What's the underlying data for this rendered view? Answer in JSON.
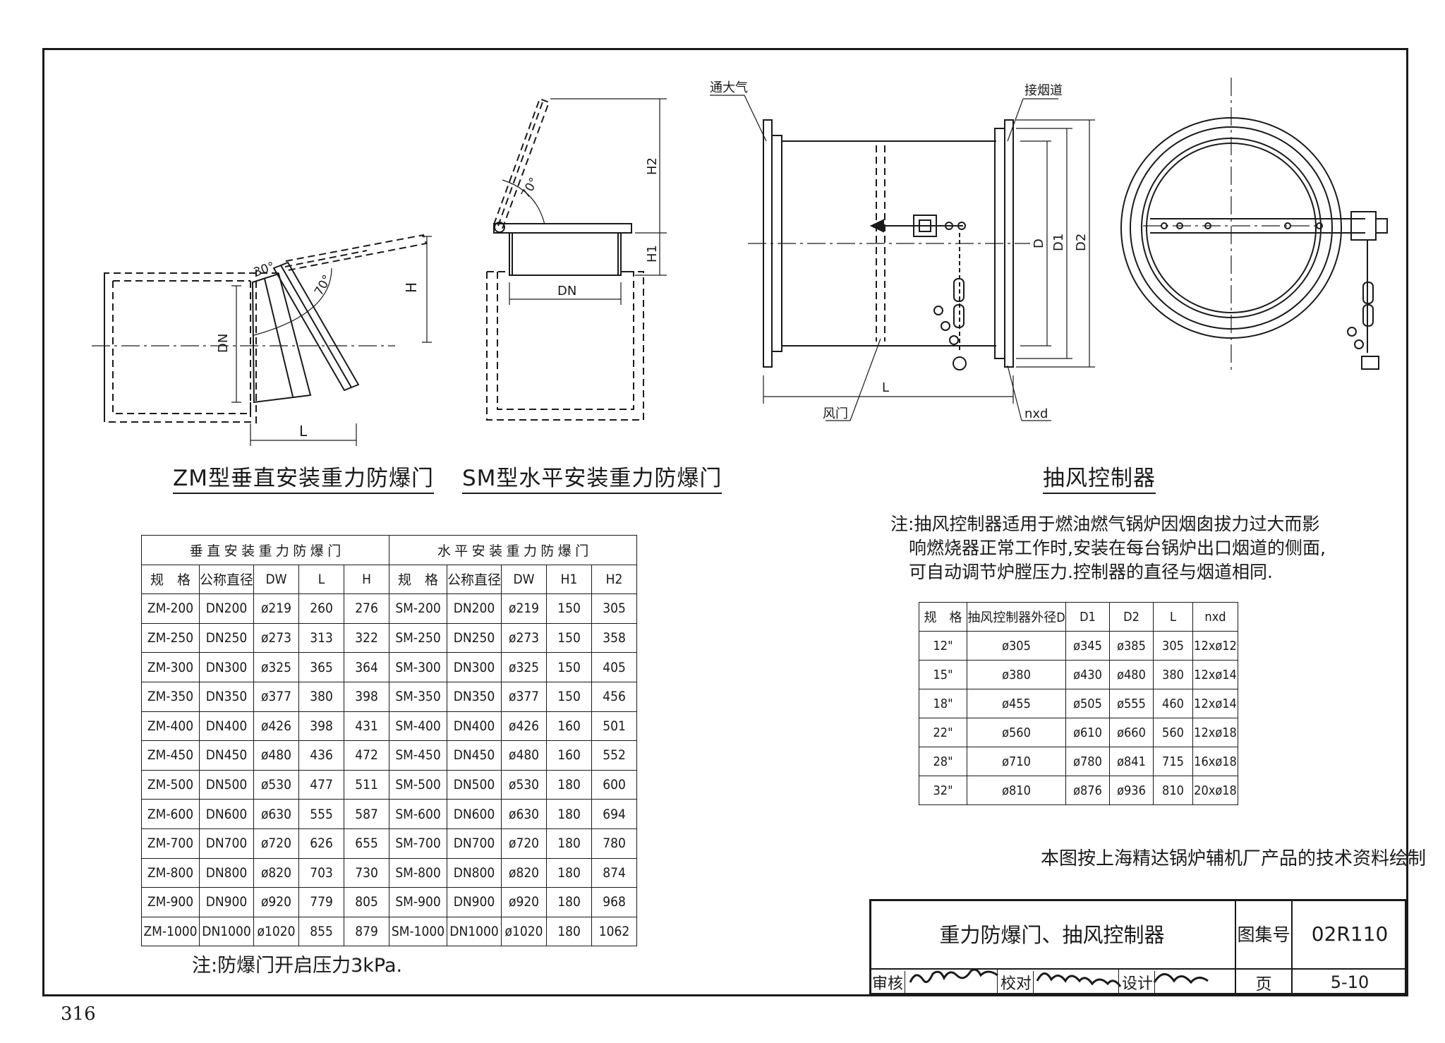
{
  "page_number": "316",
  "drawings": {
    "zm": {
      "caption": "ZM型垂直安装重力防爆门",
      "dims": {
        "dn": "DN",
        "l": "L",
        "h": "H",
        "angle1": "30°",
        "angle2": "70°"
      }
    },
    "sm": {
      "caption": "SM型水平安装重力防爆门",
      "dims": {
        "dn": "DN",
        "h1": "H1",
        "h2": "H2",
        "angle": "70°"
      }
    },
    "controller": {
      "caption": "抽风控制器",
      "labels": {
        "atmosphere": "通大气",
        "flue": "接烟道",
        "damper": "风门",
        "nxd": "nxd",
        "d": "D",
        "d1": "D1",
        "d2": "D2",
        "l": "L"
      }
    }
  },
  "door_table": {
    "group_vertical": "垂 直 安 装 重 力 防 爆 门",
    "group_horizontal": "水 平 安 装 重 力 防 爆 门",
    "headers": [
      "规　格",
      "公称直径",
      "DW",
      "L",
      "H",
      "规　格",
      "公称直径",
      "DW",
      "H1",
      "H2"
    ],
    "rows": [
      [
        "ZM-200",
        "DN200",
        "ø219",
        "260",
        "276",
        "SM-200",
        "DN200",
        "ø219",
        "150",
        "305"
      ],
      [
        "ZM-250",
        "DN250",
        "ø273",
        "313",
        "322",
        "SM-250",
        "DN250",
        "ø273",
        "150",
        "358"
      ],
      [
        "ZM-300",
        "DN300",
        "ø325",
        "365",
        "364",
        "SM-300",
        "DN300",
        "ø325",
        "150",
        "405"
      ],
      [
        "ZM-350",
        "DN350",
        "ø377",
        "380",
        "398",
        "SM-350",
        "DN350",
        "ø377",
        "150",
        "456"
      ],
      [
        "ZM-400",
        "DN400",
        "ø426",
        "398",
        "431",
        "SM-400",
        "DN400",
        "ø426",
        "160",
        "501"
      ],
      [
        "ZM-450",
        "DN450",
        "ø480",
        "436",
        "472",
        "SM-450",
        "DN450",
        "ø480",
        "160",
        "552"
      ],
      [
        "ZM-500",
        "DN500",
        "ø530",
        "477",
        "511",
        "SM-500",
        "DN500",
        "ø530",
        "180",
        "600"
      ],
      [
        "ZM-600",
        "DN600",
        "ø630",
        "555",
        "587",
        "SM-600",
        "DN600",
        "ø630",
        "180",
        "694"
      ],
      [
        "ZM-700",
        "DN700",
        "ø720",
        "626",
        "655",
        "SM-700",
        "DN700",
        "ø720",
        "180",
        "780"
      ],
      [
        "ZM-800",
        "DN800",
        "ø820",
        "703",
        "730",
        "SM-800",
        "DN800",
        "ø820",
        "180",
        "874"
      ],
      [
        "ZM-900",
        "DN900",
        "ø920",
        "779",
        "805",
        "SM-900",
        "DN900",
        "ø920",
        "180",
        "968"
      ],
      [
        "ZM-1000",
        "DN1000",
        "ø1020",
        "855",
        "879",
        "SM-1000",
        "DN1000",
        "ø1020",
        "180",
        "1062"
      ]
    ],
    "note": "注:防爆门开启压力3kPa."
  },
  "controller_note": [
    "注:抽风控制器适用于燃油燃气锅炉因烟囱拔力过大而影",
    "响燃烧器正常工作时,安装在每台锅炉出口烟道的侧面,",
    "可自动调节炉膛压力.控制器的直径与烟道相同."
  ],
  "controller_table": {
    "headers": [
      "规　格",
      "抽风控制器外径D",
      "D1",
      "D2",
      "L",
      "nxd"
    ],
    "rows": [
      [
        "12\"",
        "ø305",
        "ø345",
        "ø385",
        "305",
        "12xø12"
      ],
      [
        "15\"",
        "ø380",
        "ø430",
        "ø480",
        "380",
        "12xø14"
      ],
      [
        "18\"",
        "ø455",
        "ø505",
        "ø555",
        "460",
        "12xø14"
      ],
      [
        "22\"",
        "ø560",
        "ø610",
        "ø660",
        "560",
        "12xø18"
      ],
      [
        "28\"",
        "ø710",
        "ø780",
        "ø841",
        "715",
        "16xø18"
      ],
      [
        "32\"",
        "ø810",
        "ø876",
        "ø936",
        "810",
        "20xø18"
      ]
    ]
  },
  "source_note": "本图按上海精达锅炉辅机厂产品的技术资料绘制",
  "title_block": {
    "title": "重力防爆门、抽风控制器",
    "atlas_label": "图集号",
    "atlas_no": "02R110",
    "review_label": "审核",
    "check_label": "校对",
    "design_label": "设计",
    "page_label": "页",
    "page_no": "5-10"
  }
}
